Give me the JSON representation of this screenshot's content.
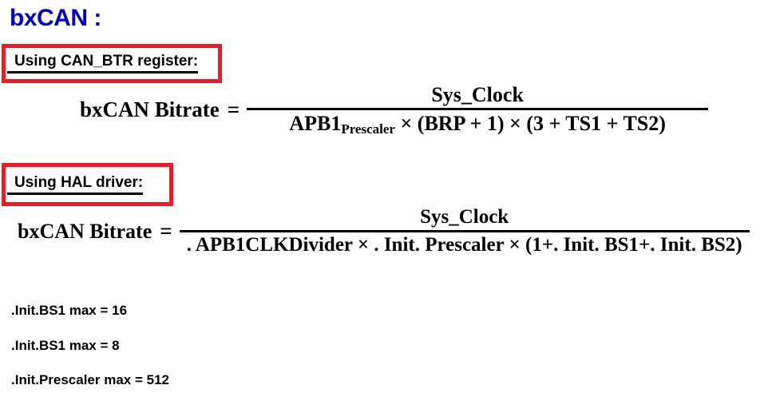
{
  "page": {
    "title": "bxCAN :",
    "title_color": "#0000CC",
    "accent_box_color": "#ED1C24",
    "background": "#FFFFFF"
  },
  "sections": [
    {
      "heading_part1": "Using ",
      "heading_part2": "CAN_BTR register:",
      "formula": {
        "lhs": "bxCAN Bitrate",
        "equals": "=",
        "numerator": "Sys_Clock",
        "denominator_main": "APB1",
        "denominator_sub": "Prescaler",
        "denominator_rest": " × (BRP + 1)  × (3 + TS1 + TS2)",
        "denominator_full": "APB1Prescaler × (BRP + 1) × (3 + TS1 + TS2)"
      }
    },
    {
      "heading_part1": "Using ",
      "heading_part2": "HAL driver:",
      "formula": {
        "lhs": "bxCAN Bitrate",
        "equals": "=",
        "numerator": "Sys_Clock",
        "denominator_full": ". APB1CLKDivider  × . Init. Prescaler  × (1+. Init. BS1+. Init. BS2)"
      }
    }
  ],
  "notes": [
    ".Init.BS1 max = 16",
    ".Init.BS1 max = 8",
    ".Init.Prescaler max = 512"
  ]
}
